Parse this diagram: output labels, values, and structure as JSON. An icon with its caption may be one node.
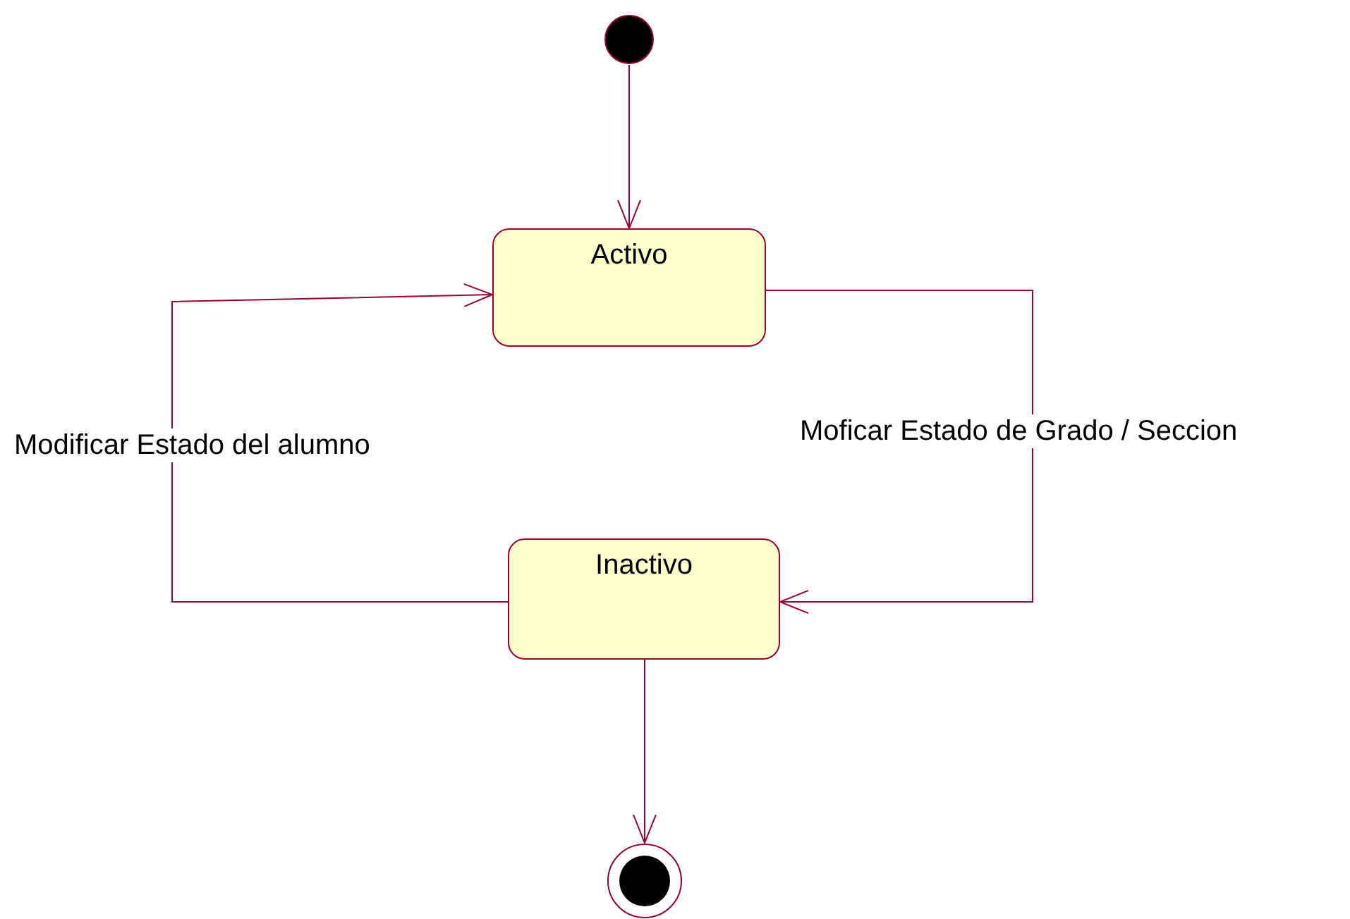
{
  "diagram": {
    "nodes": [
      {
        "text": [],
        "shape": "circle"
      },
      {
        "text": [
          "Activo"
        ]
      },
      {
        "text": [
          "Inactivo"
        ]
      },
      {
        "text": [],
        "shape": "bullseye"
      }
    ],
    "edges": [
      {
        "from": 0,
        "to": 1,
        "arrow": "to"
      },
      {
        "from": 1,
        "to": 2,
        "arrow": "to",
        "label": "Moficar Estado de Grado / Seccion"
      },
      {
        "from": 2,
        "to": 1,
        "arrow": "to",
        "label": "Modificar Estado del alumno"
      },
      {
        "from": 2,
        "to": 3,
        "arrow": "to"
      }
    ]
  }
}
